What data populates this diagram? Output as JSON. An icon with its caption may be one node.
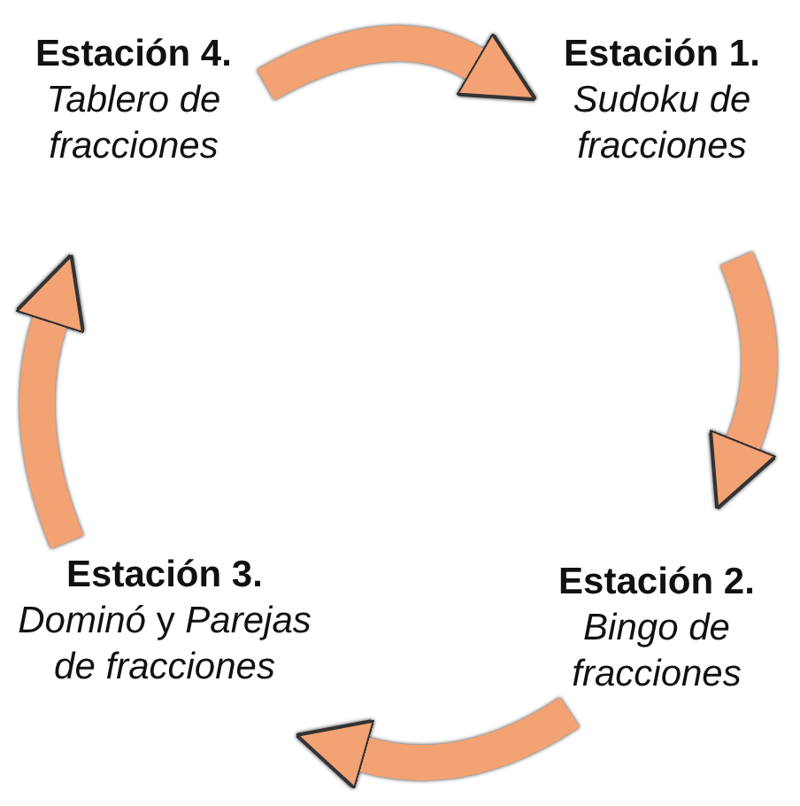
{
  "diagram": {
    "nodes": [
      {
        "text": [
          "Estación 4.",
          "Tablero de fracciones"
        ]
      },
      {
        "text": [
          "Estación 1.",
          "Sudoku de fracciones"
        ]
      },
      {
        "text": [
          "Estación 3.",
          "*Dominó* y *Parejas de fracciones*"
        ]
      },
      {
        "text": [
          "Estación 2.",
          "Bingo de fracciones"
        ]
      }
    ],
    "edges": [
      {
        "from": 0,
        "to": 1,
        "arrow": "to"
      },
      {
        "from": 1,
        "to": 3,
        "arrow": "to"
      },
      {
        "from": 3,
        "to": 2,
        "arrow": "to"
      },
      {
        "from": 2,
        "to": 0,
        "arrow": "to"
      }
    ]
  }
}
